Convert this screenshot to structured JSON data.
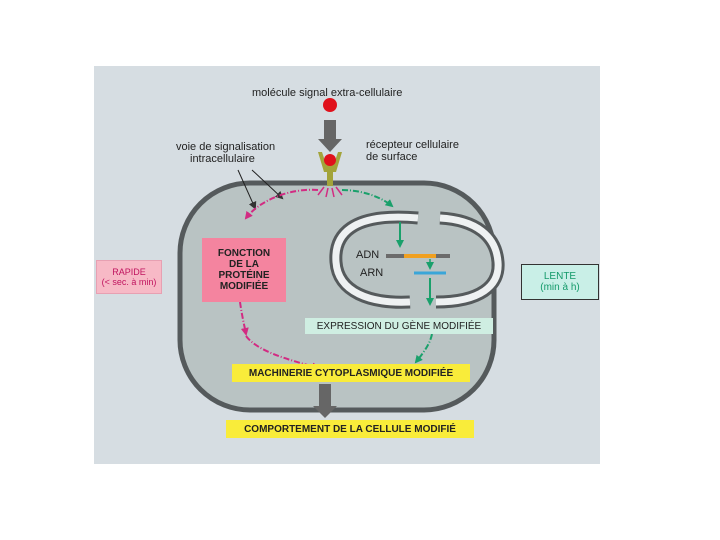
{
  "labels": {
    "signal": "molécule signal extra-cellulaire",
    "pathway_line1": "voie de signalisation",
    "pathway_line2": "intracellulaire",
    "receptor_line1": "récepteur cellulaire",
    "receptor_line2": "de surface",
    "dna": "ADN",
    "rna": "ARN",
    "protein_line1": "FONCTION",
    "protein_line2": "DE LA",
    "protein_line3": "PROTÉINE",
    "protein_line4": "MODIFIÉE",
    "gene_expression": "EXPRESSION DU GÈNE MODIFIÉE",
    "machinery": "MACHINERIE CYTOPLASMIQUE MODIFIÉE",
    "behavior": "COMPORTEMENT DE LA CELLULE MODIFIÉ",
    "fast_line1": "RAPIDE",
    "fast_line2": "(< sec. à min)",
    "slow_line1": "LENTE",
    "slow_line2": "(min à h)"
  },
  "colors": {
    "scan_bg": "#d6dde2",
    "cell_fill": "#b9c3c3",
    "cell_stroke": "#555a5c",
    "nucleus_fill": "#eef1f2",
    "magenta": "#d22b82",
    "green": "#1aa06b",
    "protein_box": "#f4849f",
    "gene_box": "#cfeee2",
    "yellow_box": "#f9ec3a",
    "fast_box": "#f7b9c6",
    "slow_box": "#c9efe7",
    "dna_gray": "#6b6b6b",
    "dna_orange": "#f0a020",
    "rna_blue": "#3aa6d8",
    "signal_red": "#e0101b",
    "receptor_olive": "#a3a43a"
  }
}
